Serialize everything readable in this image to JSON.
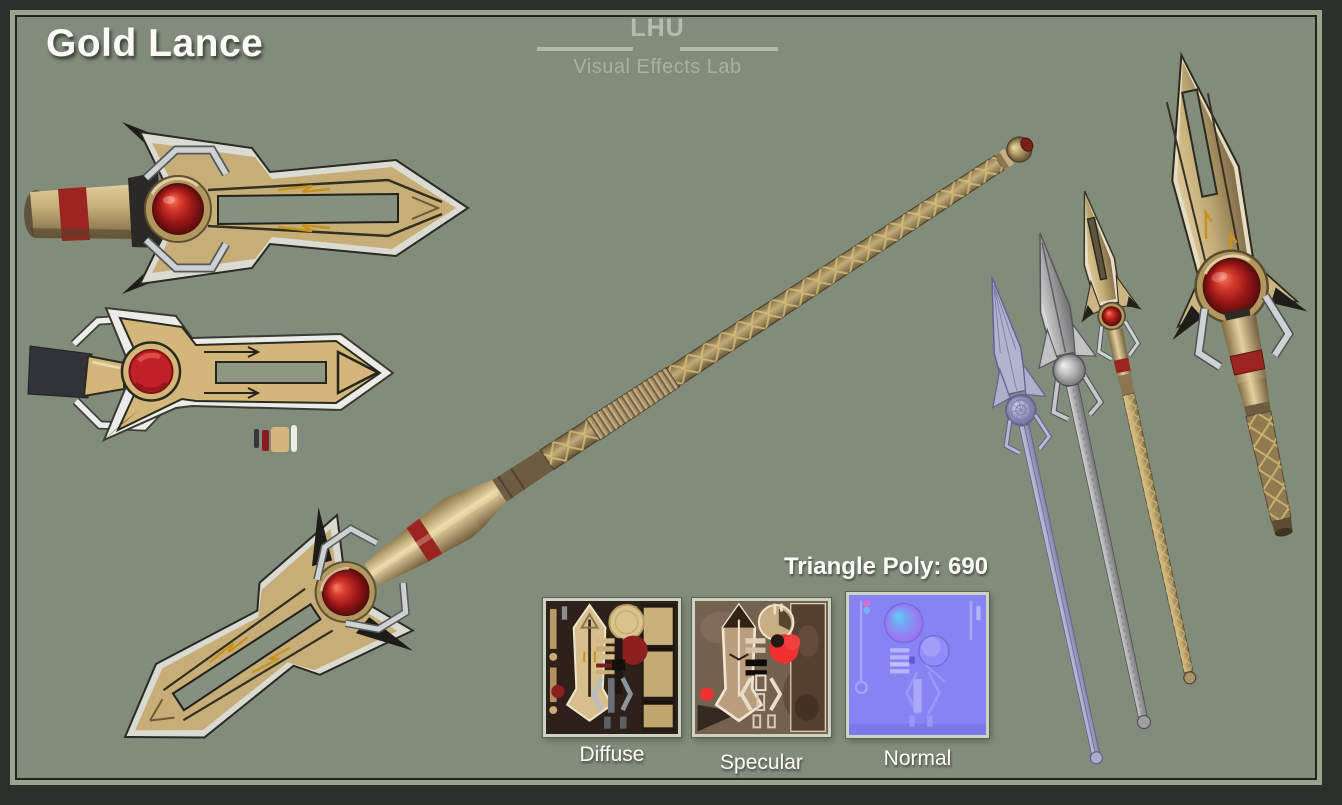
{
  "header": {
    "title": "Gold Lance"
  },
  "logo": {
    "name": "LHU",
    "subtitle": "Visual Effects Lab"
  },
  "model_stats": {
    "triangle_poly": "Triangle Poly: 690"
  },
  "texture_maps": {
    "items": [
      {
        "id": "diffuse",
        "label": "Diffuse"
      },
      {
        "id": "specular",
        "label": "Specular"
      },
      {
        "id": "normal",
        "label": "Normal"
      }
    ]
  },
  "concept_palette": {
    "swatches": [
      "#35353a",
      "#8e1b20",
      "#d3b77a",
      "#ecebe4"
    ]
  },
  "colors": {
    "background": "#828c7a",
    "frame_outer": "#2c302a",
    "frame_highlight": "#9aa48e",
    "blade_gold": "#c7ae79",
    "blade_edge_silver": "#d9dad2",
    "gem_red": "#c02127",
    "prong_silver": "#cdd1d1",
    "shaft_brass": "#c2ac7a",
    "band_red": "#9c2420",
    "normal_map_base": "#8683f3"
  }
}
